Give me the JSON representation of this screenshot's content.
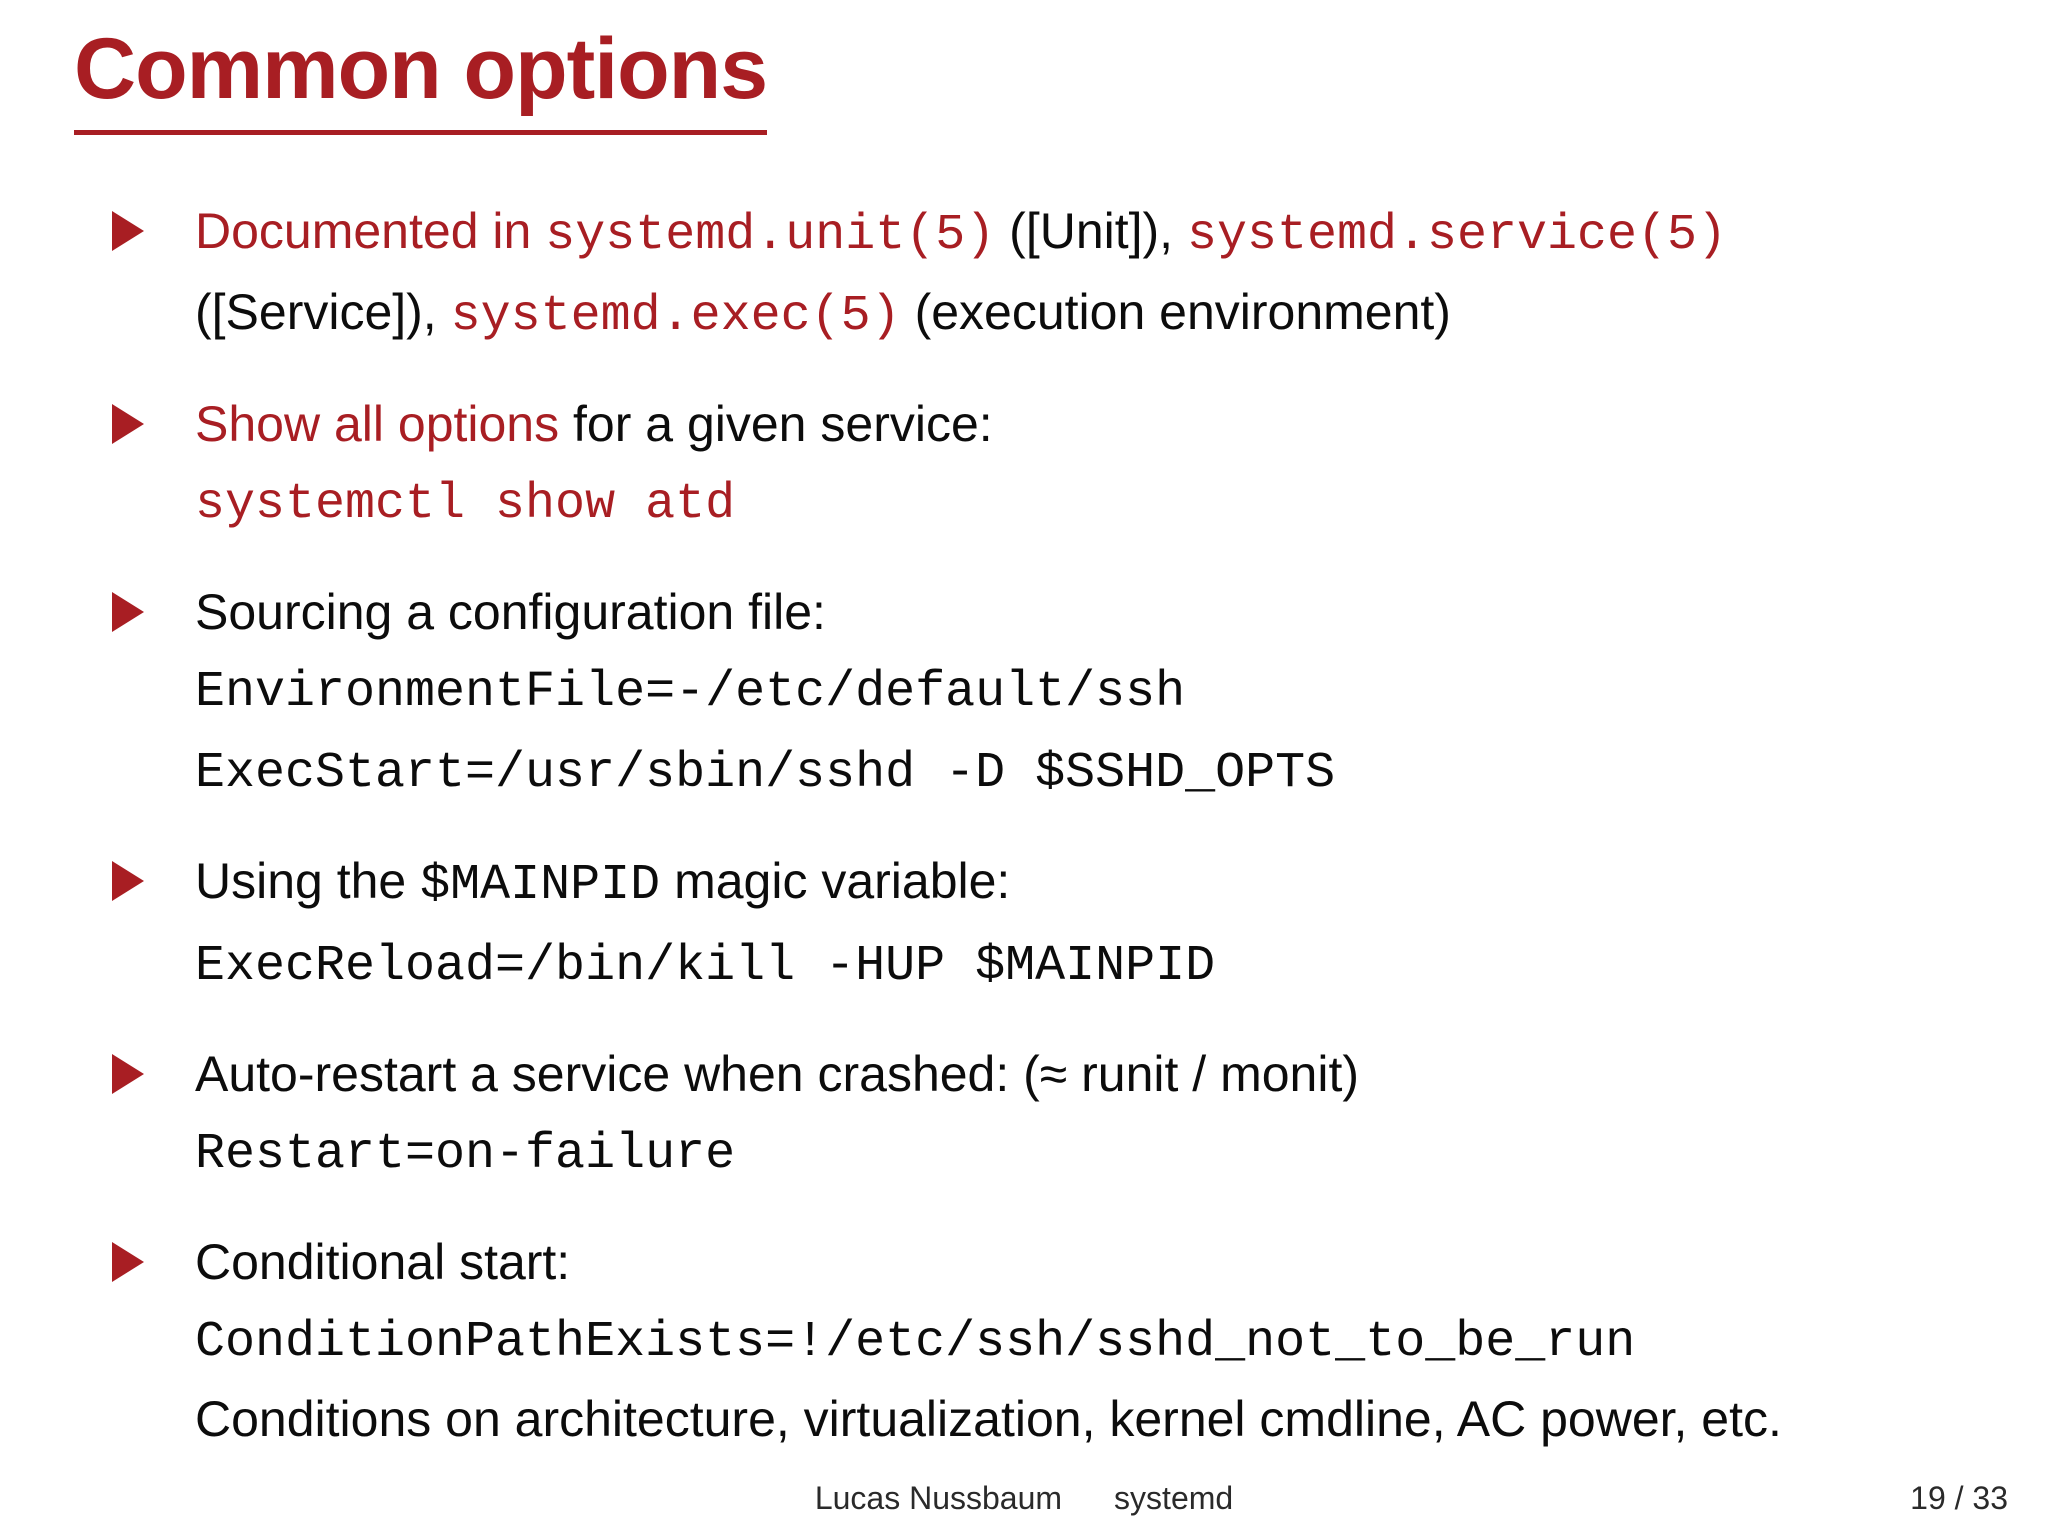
{
  "colors": {
    "accent": "#a81e23",
    "text": "#0c0c0c"
  },
  "slide": {
    "title": "Common options",
    "bullets": [
      {
        "lines": [
          {
            "segments": [
              {
                "text": "Documented in ",
                "font": "sans",
                "color": "red"
              },
              {
                "text": "systemd.unit(5)",
                "font": "mono",
                "color": "red"
              },
              {
                "text": " ([Unit]), ",
                "font": "sans",
                "color": "black"
              },
              {
                "text": "systemd.service(5)",
                "font": "mono",
                "color": "red"
              }
            ]
          },
          {
            "segments": [
              {
                "text": "([Service]), ",
                "font": "sans",
                "color": "black"
              },
              {
                "text": "systemd.exec(5)",
                "font": "mono",
                "color": "red"
              },
              {
                "text": " (execution environment)",
                "font": "sans",
                "color": "black"
              }
            ]
          }
        ]
      },
      {
        "lines": [
          {
            "segments": [
              {
                "text": "Show all options",
                "font": "sans",
                "color": "red"
              },
              {
                "text": " for a given service:",
                "font": "sans",
                "color": "black"
              }
            ]
          },
          {
            "segments": [
              {
                "text": "systemctl show atd",
                "font": "mono",
                "color": "red"
              }
            ]
          }
        ]
      },
      {
        "lines": [
          {
            "segments": [
              {
                "text": "Sourcing a configuration file:",
                "font": "sans",
                "color": "black"
              }
            ]
          },
          {
            "segments": [
              {
                "text": "EnvironmentFile=-/etc/default/ssh",
                "font": "mono",
                "color": "black"
              }
            ]
          },
          {
            "segments": [
              {
                "text": "ExecStart=/usr/sbin/sshd -D $SSHD_OPTS",
                "font": "mono",
                "color": "black"
              }
            ]
          }
        ]
      },
      {
        "lines": [
          {
            "segments": [
              {
                "text": "Using the ",
                "font": "sans",
                "color": "black"
              },
              {
                "text": "$MAINPID",
                "font": "mono",
                "color": "black"
              },
              {
                "text": " magic variable:",
                "font": "sans",
                "color": "black"
              }
            ]
          },
          {
            "segments": [
              {
                "text": "ExecReload=/bin/kill -HUP $MAINPID",
                "font": "mono",
                "color": "black"
              }
            ]
          }
        ]
      },
      {
        "lines": [
          {
            "segments": [
              {
                "text": "Auto-restart a service when crashed: (≈ runit / monit)",
                "font": "sans",
                "color": "black"
              }
            ]
          },
          {
            "segments": [
              {
                "text": "Restart=on-failure",
                "font": "mono",
                "color": "black"
              }
            ]
          }
        ]
      },
      {
        "lines": [
          {
            "segments": [
              {
                "text": "Conditional start:",
                "font": "sans",
                "color": "black"
              }
            ]
          },
          {
            "segments": [
              {
                "text": "ConditionPathExists=!/etc/ssh/sshd_not_to_be_run",
                "font": "mono",
                "color": "black"
              }
            ]
          },
          {
            "segments": [
              {
                "text": "Conditions on architecture, virtualization, kernel cmdline, AC power, etc.",
                "font": "sans",
                "color": "black"
              }
            ]
          }
        ]
      }
    ],
    "footer": {
      "author": "Lucas Nussbaum",
      "deck_title": "systemd",
      "page": "19 / 33"
    }
  }
}
